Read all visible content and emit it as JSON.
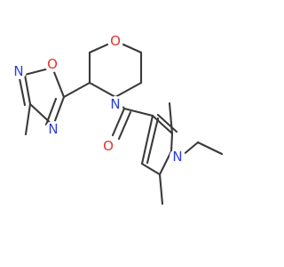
{
  "molecule": {
    "atoms": [
      {
        "id": "O_morph",
        "symbol": "O",
        "color": "#e0352b"
      },
      {
        "id": "N_morph",
        "symbol": "N",
        "color": "#2b3fd6"
      },
      {
        "id": "O_oxa",
        "symbol": "O",
        "color": "#e0352b"
      },
      {
        "id": "N_oxa2",
        "symbol": "N",
        "color": "#2b3fd6"
      },
      {
        "id": "N_oxa4",
        "symbol": "N",
        "color": "#2b3fd6"
      },
      {
        "id": "O_carbonyl",
        "symbol": "O",
        "color": "#e0352b"
      },
      {
        "id": "N_pyrrole",
        "symbol": "N",
        "color": "#2b3fd6"
      }
    ],
    "bond_color": "#3a3a3a"
  }
}
